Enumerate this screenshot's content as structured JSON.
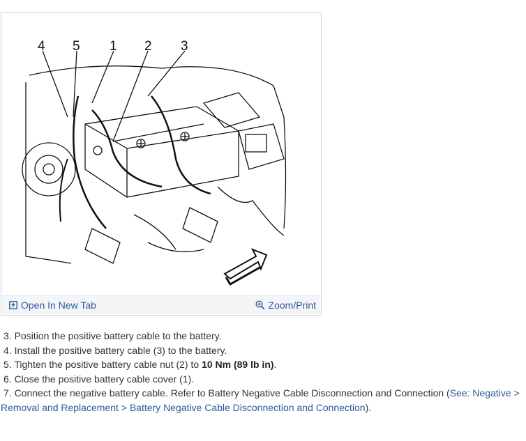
{
  "figure": {
    "callouts": [
      "4",
      "5",
      "1",
      "2",
      "3"
    ],
    "toolbar": {
      "open_label": "Open In New Tab",
      "zoom_label": "Zoom/Print",
      "open_icon": "open-in-new-tab-icon",
      "zoom_icon": "magnifier-zoom-icon"
    }
  },
  "steps": [
    {
      "text": "3. Position the positive battery cable to the battery."
    },
    {
      "text": "4. Install the positive battery cable (3) to the battery."
    },
    {
      "pre": "5. Tighten the positive battery cable nut (2) to ",
      "bold": "10 Nm (89 lb in)",
      "post": "."
    },
    {
      "text": "6. Close the positive battery cable cover (1)."
    },
    {
      "pre": "7. Connect the negative battery cable. Refer to Battery Negative Cable Disconnection and Connection (",
      "link1": "See: Negative >"
    },
    {
      "link2": "Removal and Replacement > Battery Negative Cable Disconnection and Connection",
      "post": ")."
    }
  ],
  "colors": {
    "link": "#2a5b9c",
    "text": "#333333",
    "border": "#c9ced4"
  }
}
